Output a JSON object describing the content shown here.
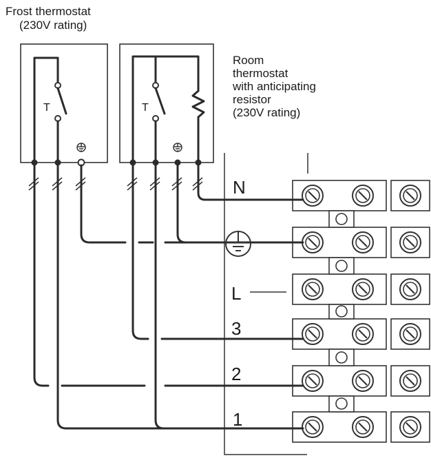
{
  "frost": {
    "title": "Frost thermostat",
    "rating": "(230V rating)",
    "switch_label": "T"
  },
  "room": {
    "lines": [
      "Room",
      "thermostat",
      "with anticipating",
      "resistor",
      "(230V rating)"
    ],
    "switch_label": "T"
  },
  "terminals": [
    "N",
    "L",
    "3",
    "2",
    "1"
  ]
}
